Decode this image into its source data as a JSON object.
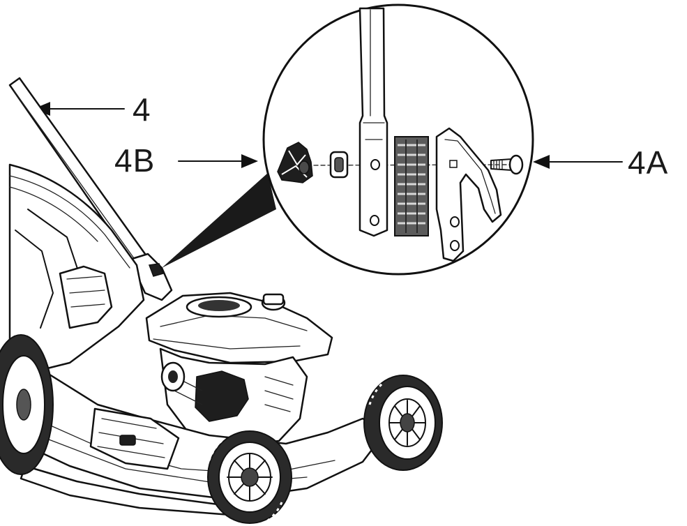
{
  "labels": {
    "handle": "4",
    "knob": "4B",
    "bolt": "4A"
  },
  "icons": {
    "arrow": "arrow-left-icon"
  },
  "colors": {
    "ink": "#111111",
    "paper": "#ffffff"
  }
}
